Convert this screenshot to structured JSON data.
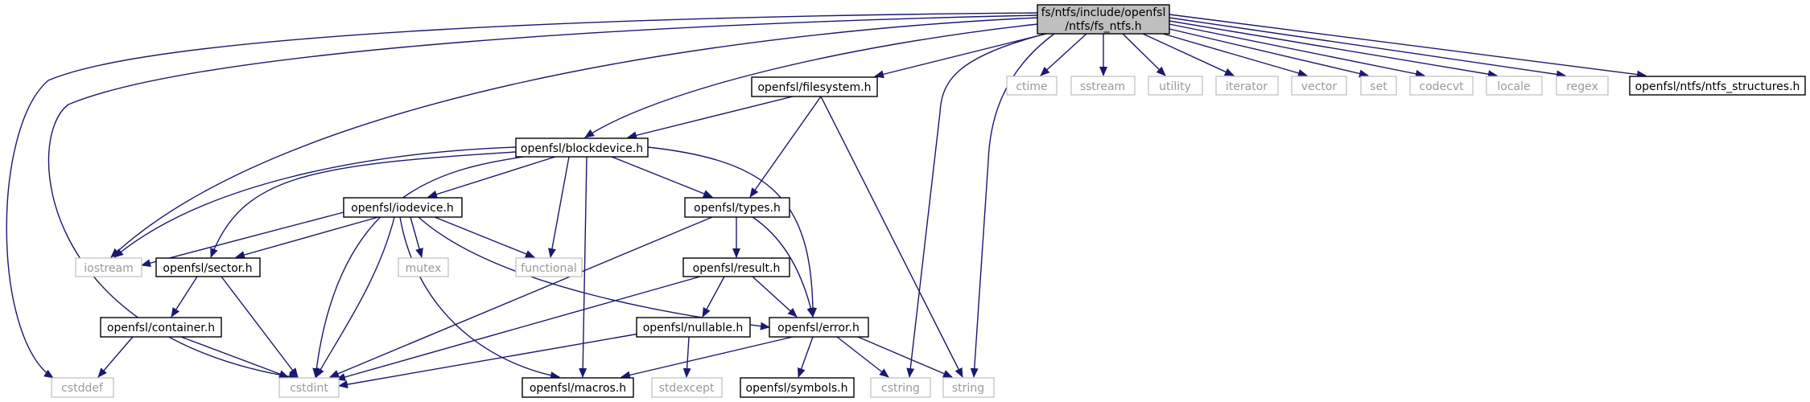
{
  "colors": {
    "edge": "#191970",
    "root_fill": "#bfbfbf",
    "doc_border": "#000000",
    "system_border": "#bfbfbf",
    "system_text": "#9a9a9a"
  },
  "nodes": {
    "root": {
      "line1": "fs/ntfs/include/openfsl",
      "line2": "/ntfs/fs_ntfs.h"
    },
    "filesystem": "openfsl/filesystem.h",
    "blockdevice": "openfsl/blockdevice.h",
    "iodevice": "openfsl/iodevice.h",
    "types": "openfsl/types.h",
    "sector": "openfsl/sector.h",
    "result": "openfsl/result.h",
    "container": "openfsl/container.h",
    "nullable": "openfsl/nullable.h",
    "error": "openfsl/error.h",
    "macros": "openfsl/macros.h",
    "symbols": "openfsl/symbols.h",
    "ntfs_structures": "openfsl/ntfs/ntfs_structures.h",
    "iostream": "iostream",
    "mutex": "mutex",
    "functional": "functional",
    "stdexcept": "stdexcept",
    "cstddef": "cstddef",
    "cstdint": "cstdint",
    "cstring": "cstring",
    "string": "string",
    "ctime": "ctime",
    "sstream": "sstream",
    "utility": "utility",
    "iterator": "iterator",
    "vector": "vector",
    "set": "set",
    "codecvt": "codecvt",
    "locale": "locale",
    "regex": "regex"
  },
  "edges": [
    [
      "root",
      "filesystem"
    ],
    [
      "root",
      "blockdevice"
    ],
    [
      "root",
      "iostream"
    ],
    [
      "root",
      "cstddef"
    ],
    [
      "root",
      "cstdint"
    ],
    [
      "root",
      "cstring"
    ],
    [
      "root",
      "string"
    ],
    [
      "root",
      "ctime"
    ],
    [
      "root",
      "sstream"
    ],
    [
      "root",
      "utility"
    ],
    [
      "root",
      "iterator"
    ],
    [
      "root",
      "vector"
    ],
    [
      "root",
      "set"
    ],
    [
      "root",
      "codecvt"
    ],
    [
      "root",
      "locale"
    ],
    [
      "root",
      "regex"
    ],
    [
      "root",
      "ntfs_structures"
    ],
    [
      "filesystem",
      "blockdevice"
    ],
    [
      "filesystem",
      "types"
    ],
    [
      "filesystem",
      "string"
    ],
    [
      "blockdevice",
      "iodevice"
    ],
    [
      "blockdevice",
      "types"
    ],
    [
      "blockdevice",
      "iostream"
    ],
    [
      "blockdevice",
      "sector"
    ],
    [
      "blockdevice",
      "functional"
    ],
    [
      "blockdevice",
      "cstdint"
    ],
    [
      "blockdevice",
      "macros"
    ],
    [
      "blockdevice",
      "error"
    ],
    [
      "iodevice",
      "iostream"
    ],
    [
      "iodevice",
      "sector"
    ],
    [
      "iodevice",
      "mutex"
    ],
    [
      "iodevice",
      "functional"
    ],
    [
      "iodevice",
      "cstdint"
    ],
    [
      "iodevice",
      "macros"
    ],
    [
      "iodevice",
      "error"
    ],
    [
      "types",
      "result"
    ],
    [
      "types",
      "error"
    ],
    [
      "types",
      "cstdint"
    ],
    [
      "result",
      "nullable"
    ],
    [
      "result",
      "error"
    ],
    [
      "result",
      "cstdint"
    ],
    [
      "sector",
      "container"
    ],
    [
      "sector",
      "cstdint"
    ],
    [
      "container",
      "cstddef"
    ],
    [
      "container",
      "cstdint"
    ],
    [
      "nullable",
      "stdexcept"
    ],
    [
      "nullable",
      "cstdint"
    ],
    [
      "error",
      "macros"
    ],
    [
      "error",
      "symbols"
    ],
    [
      "error",
      "cstring"
    ],
    [
      "error",
      "string"
    ]
  ]
}
